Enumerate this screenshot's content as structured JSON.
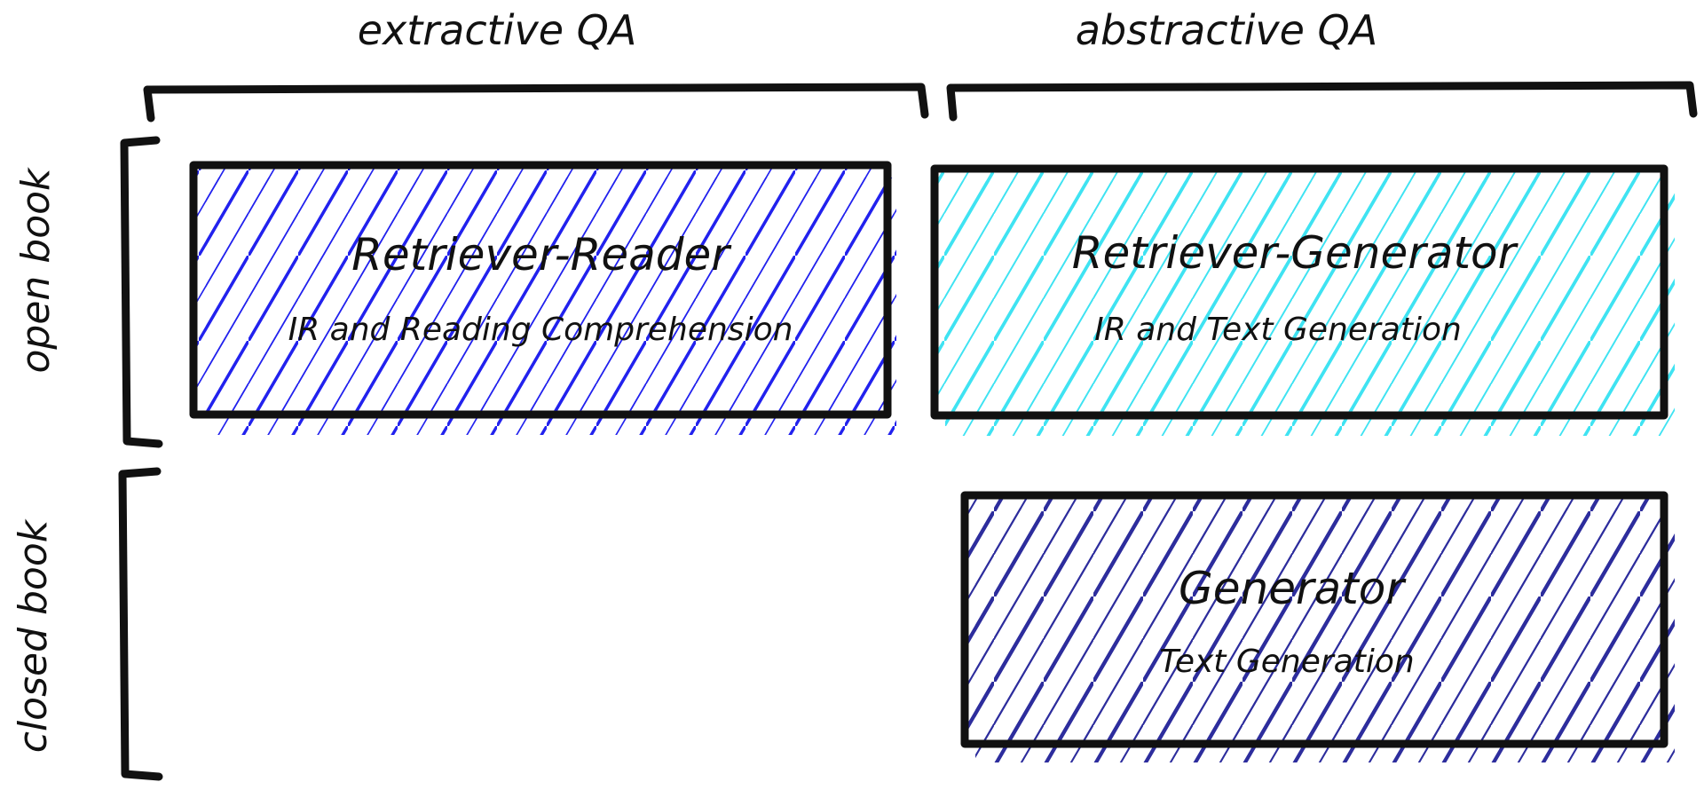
{
  "diagram": {
    "title_semantic": "open-book vs closed-book QA taxonomy",
    "colors": {
      "ink": "#111111",
      "hatch_blue": "#2222ee",
      "hatch_cyan": "#3fe3f2",
      "hatch_navy": "#2d2d9d"
    },
    "column_headers": [
      {
        "label": "extractive QA"
      },
      {
        "label": "abstractive QA"
      }
    ],
    "row_headers": [
      {
        "label": "open book"
      },
      {
        "label": "closed book"
      }
    ],
    "cells": [
      {
        "row": "open book",
        "column": "extractive QA",
        "title": "Retriever-Reader",
        "subtitle": "IR and Reading Comprehension",
        "hatch_color": "#2222ee"
      },
      {
        "row": "open book",
        "column": "abstractive QA",
        "title": "Retriever-Generator",
        "subtitle": "IR and Text Generation",
        "hatch_color": "#3fe3f2"
      },
      {
        "row": "closed book",
        "column": "extractive QA",
        "title": "",
        "subtitle": "",
        "empty": true
      },
      {
        "row": "closed book",
        "column": "abstractive QA",
        "title": "Generator",
        "subtitle": "Text Generation",
        "hatch_color": "#2d2d9d"
      }
    ]
  }
}
